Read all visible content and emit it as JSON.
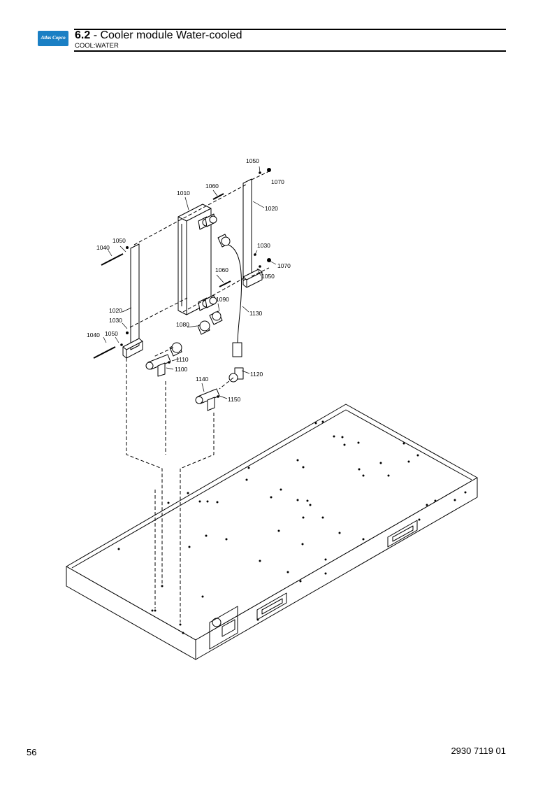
{
  "header": {
    "brand": "Atlas Copco",
    "section_number": "6.2",
    "section_title": " - Cooler module Water-cooled",
    "section_code": "COOL:WATER",
    "brand_color": "#1a7fc4"
  },
  "drawing": {
    "callouts": {
      "c1050a": "1050",
      "c1070a": "1070",
      "c1060a": "1060",
      "c1010": "1010",
      "c1020a": "1020",
      "c1050b": "1050",
      "c1040a": "1040",
      "c1030a": "1030",
      "c1070b": "1070",
      "c1050c": "1050",
      "c1060b": "1060",
      "c1090": "1090",
      "c1020b": "1020",
      "c1030b": "1030",
      "c1130": "1130",
      "c1080": "1080",
      "c1040b": "1040",
      "c1050d": "1050",
      "c1110": "1110",
      "c1100": "1100",
      "c1120": "1120",
      "c1140": "1140",
      "c1150": "1150"
    }
  },
  "footer": {
    "page_number": "56",
    "document_number": "2930 7119 01"
  }
}
